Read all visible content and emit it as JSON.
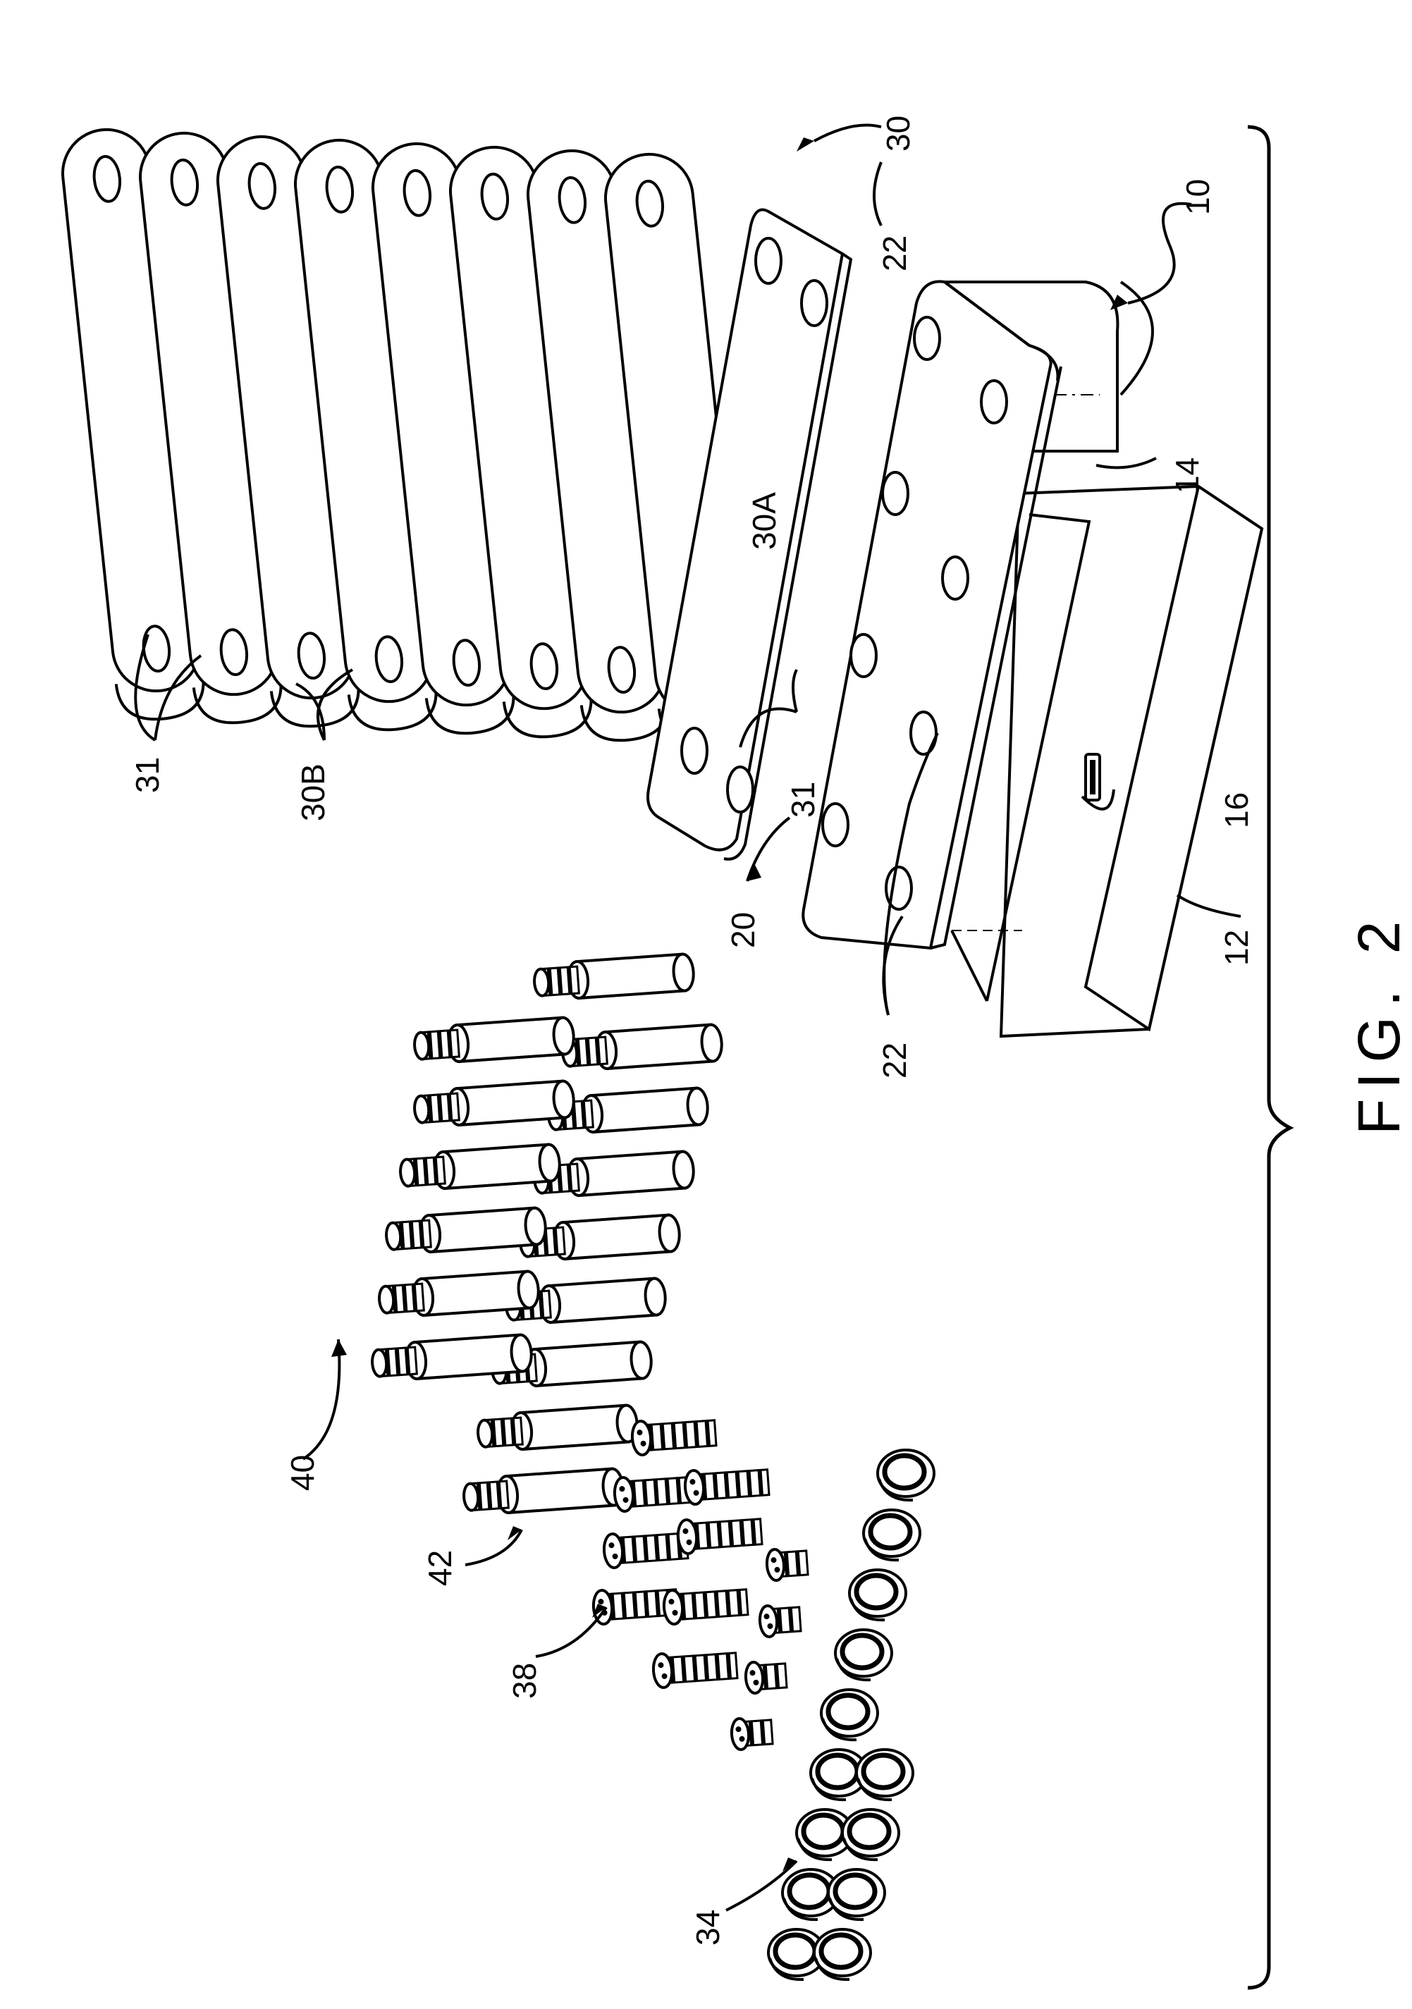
{
  "figure": {
    "caption": "FIG. 2"
  },
  "reference_numerals": {
    "r10": "10",
    "r12": "12",
    "r14": "14",
    "r16": "16",
    "r20": "20",
    "r22a": "22",
    "r22b": "22",
    "r30": "30",
    "r30A": "30A",
    "r30B": "30B",
    "r31a": "31",
    "r31b": "31",
    "r34": "34",
    "r38": "38",
    "r40": "40",
    "r42": "42"
  }
}
